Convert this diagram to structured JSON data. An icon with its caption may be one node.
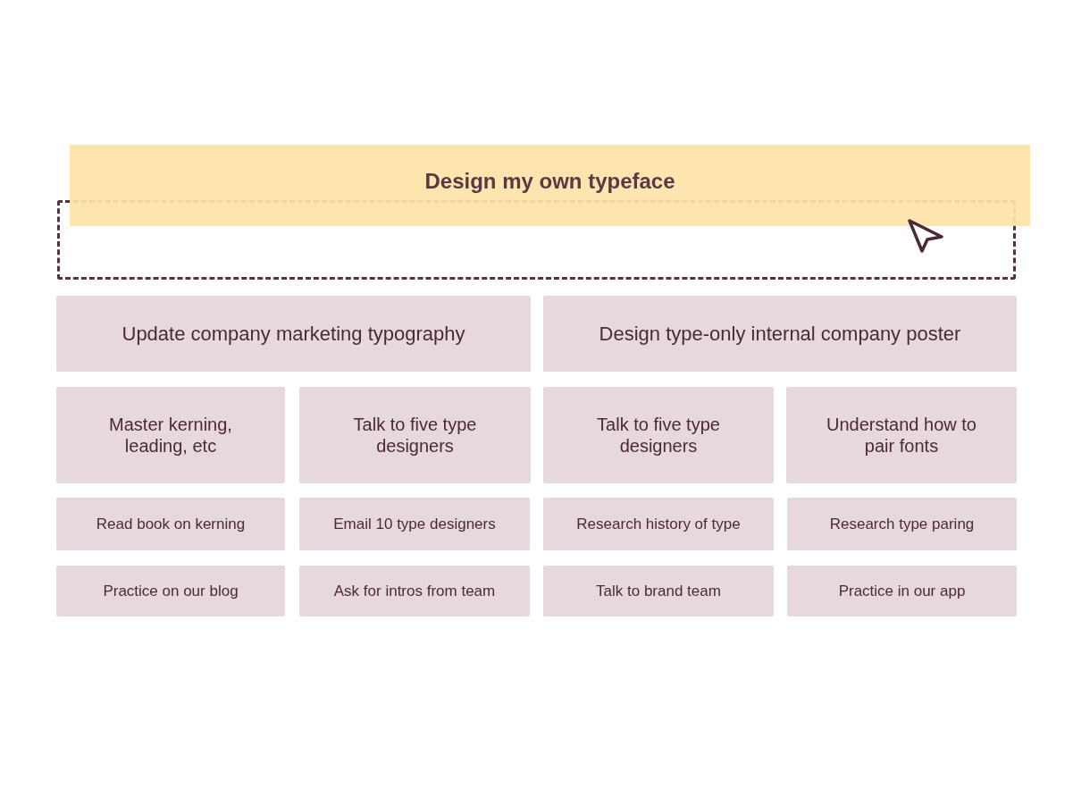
{
  "diagram": {
    "nodes": [
      {
        "text": [
          "Design my own typeface"
        ]
      },
      {
        "text": [],
        "shape": "box"
      },
      {
        "text": [
          "Update company marketing typography"
        ]
      },
      {
        "text": [
          "Design type-only internal company poster"
        ]
      },
      {
        "text": [
          "Master kerning, leading, etc"
        ]
      },
      {
        "text": [
          "Talk to five type designers"
        ]
      },
      {
        "text": [
          "Talk to five type designers"
        ]
      },
      {
        "text": [
          "Understand how to pair fonts"
        ]
      },
      {
        "text": [
          "Read book on kerning"
        ]
      },
      {
        "text": [
          "Email 10 type designers"
        ]
      },
      {
        "text": [
          "Research history of type"
        ]
      },
      {
        "text": [
          "Research type paring"
        ]
      },
      {
        "text": [
          "Practice on our blog"
        ]
      },
      {
        "text": [
          "Ask for intros from team"
        ]
      },
      {
        "text": [
          "Talk to brand team"
        ]
      },
      {
        "text": [
          "Practice in our app"
        ]
      }
    ]
  }
}
